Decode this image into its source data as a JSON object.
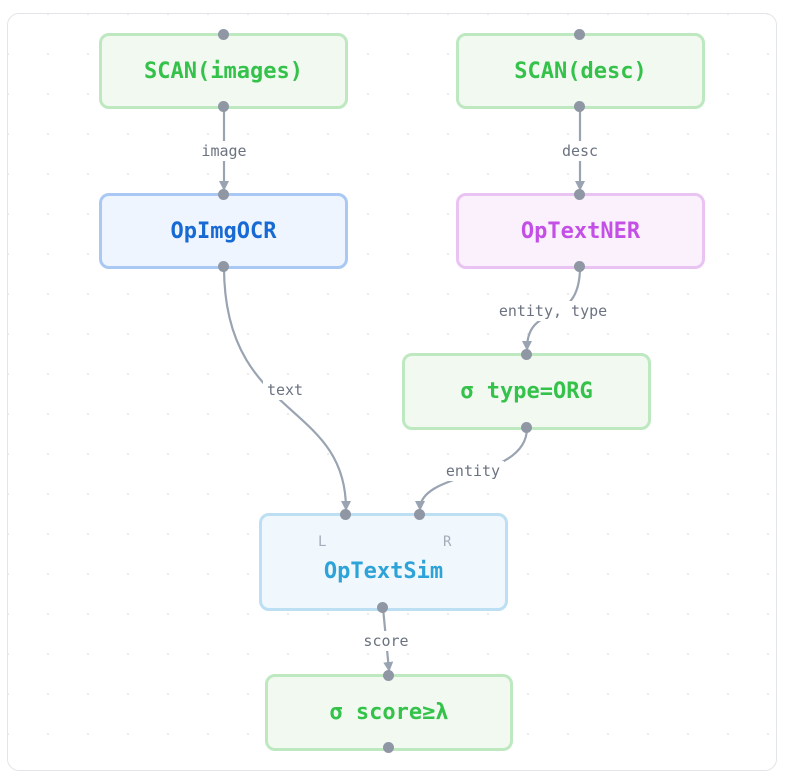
{
  "nodes": {
    "scan_images": "SCAN(images)",
    "scan_desc": "SCAN(desc)",
    "op_img_ocr": "OpImgOCR",
    "op_text_ner": "OpTextNER",
    "filter_type": "σ type=ORG",
    "op_text_sim": "OpTextSim",
    "op_text_sim_left_port": "L",
    "op_text_sim_right_port": "R",
    "filter_score": "σ score≥λ"
  },
  "edges": {
    "image": "image",
    "desc": "desc",
    "text": "text",
    "entity_type": "entity, type",
    "entity": "entity",
    "score": "score"
  },
  "colors": {
    "scan_text": "#34c24a",
    "ocr_text": "#1769d3",
    "ner_text": "#c44fe6",
    "sim_text": "#2ea3d8",
    "edge": "#9aa3b2"
  }
}
